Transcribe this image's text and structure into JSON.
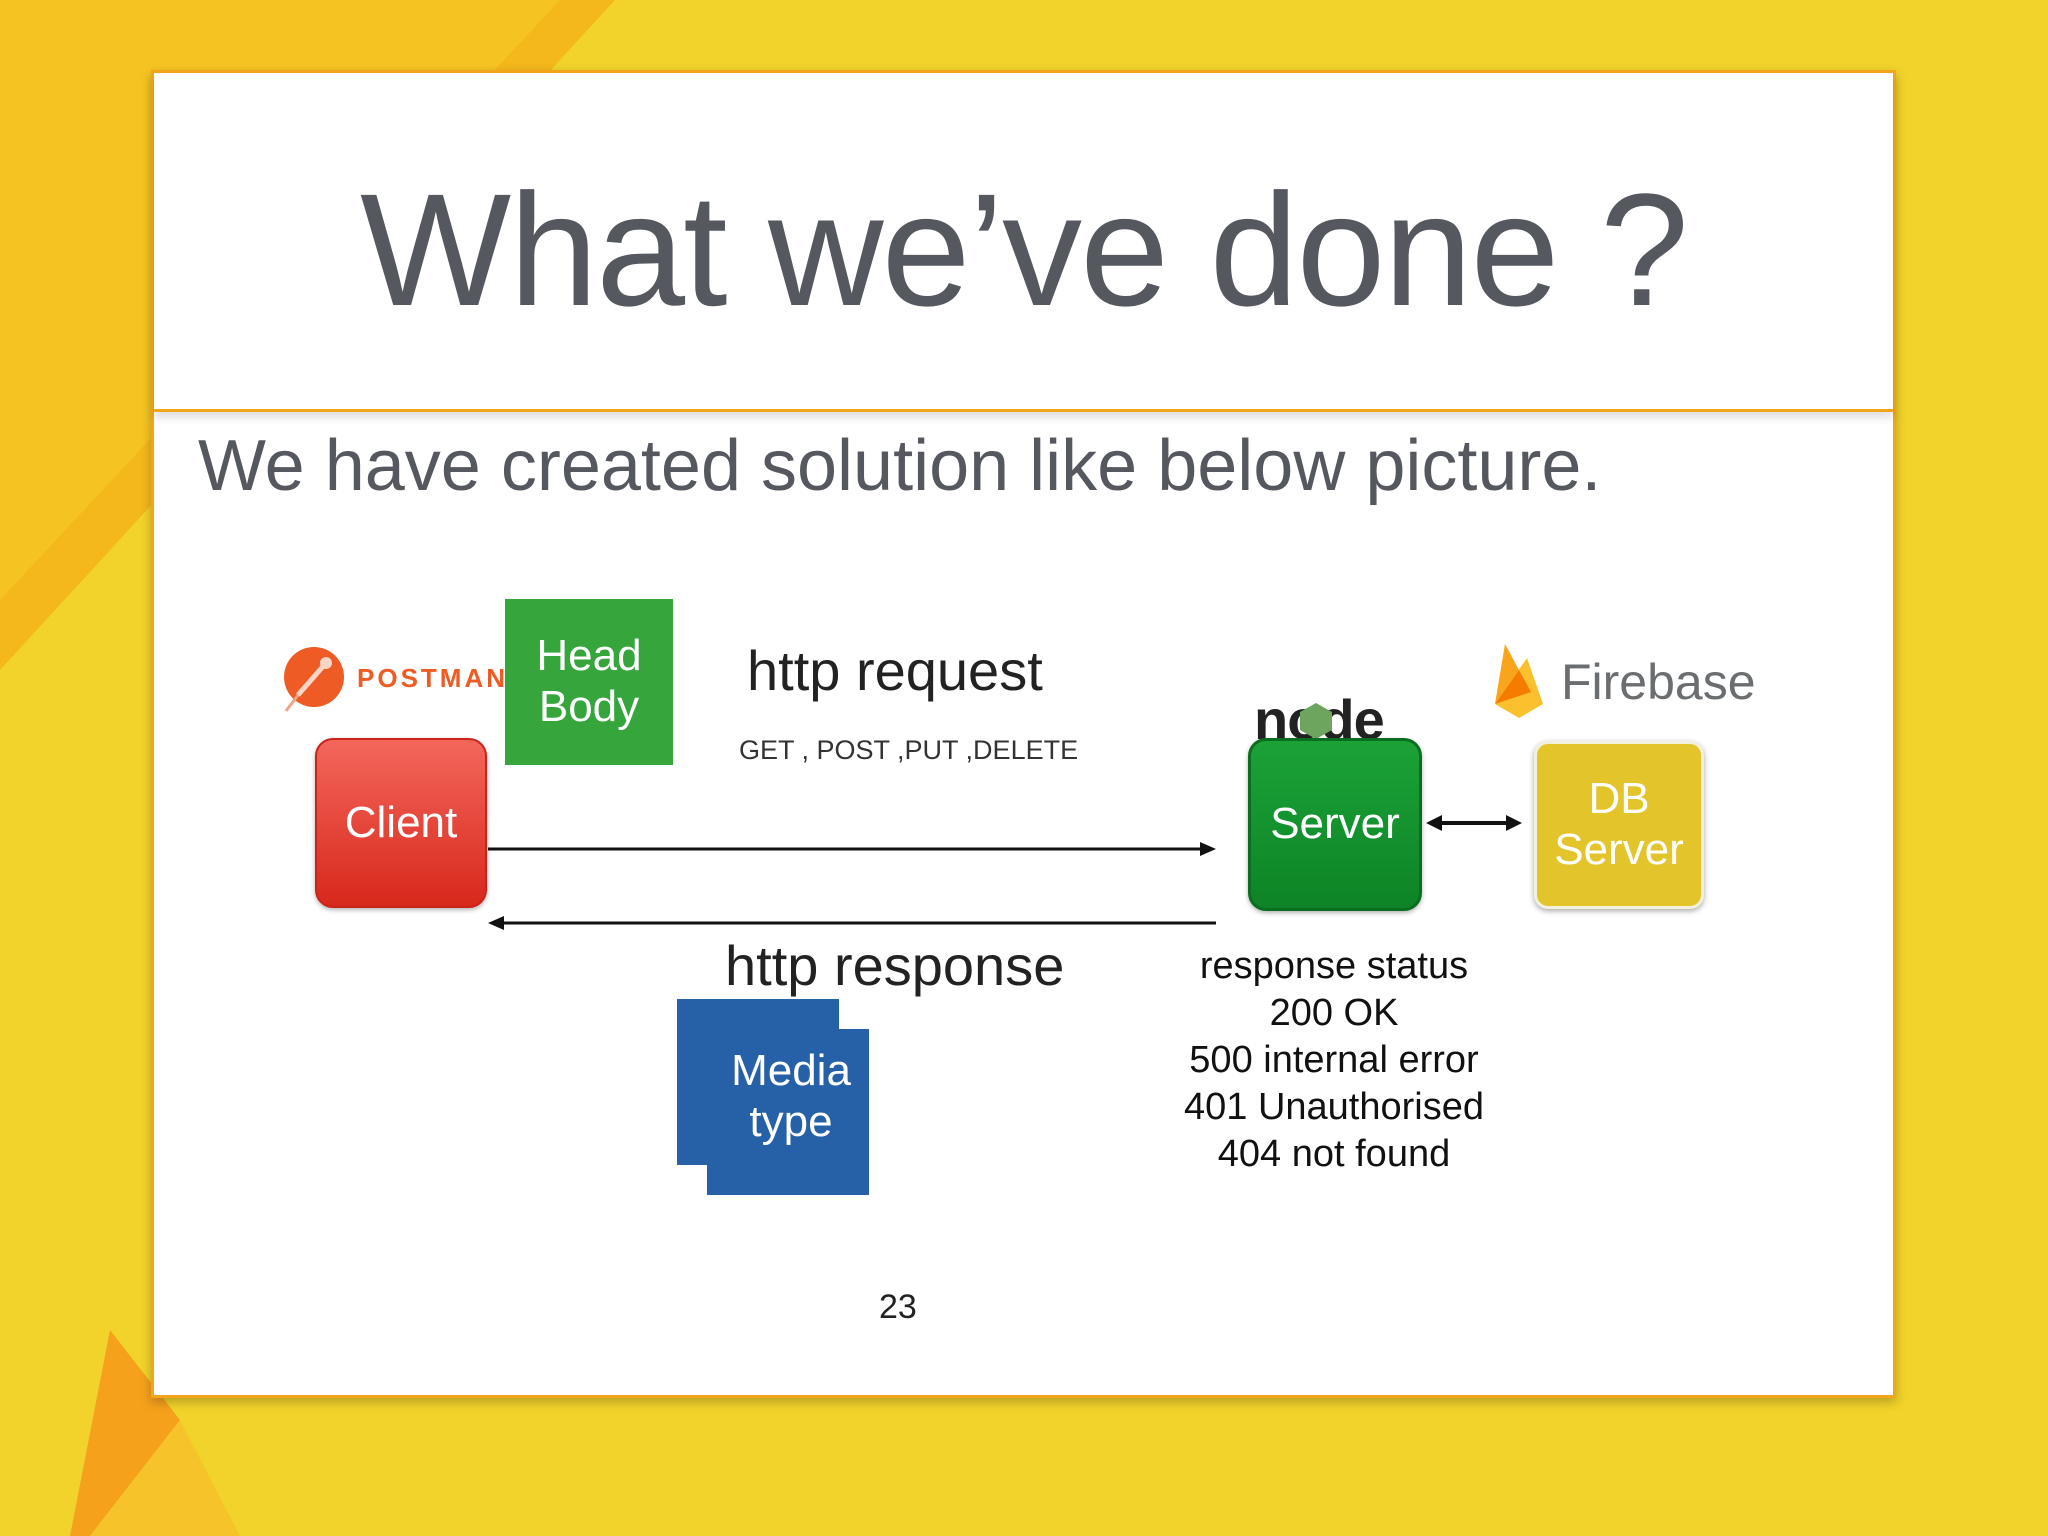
{
  "slide": {
    "title": "What we’ve done ?",
    "subtitle": "We have created solution like below picture.",
    "page_number": "23"
  },
  "diagram": {
    "postman_logo": "POSTMAN",
    "client": "Client",
    "head_body": {
      "line1": "Head",
      "line2": "Body"
    },
    "request_label": "http request",
    "request_methods": "GET , POST ,PUT ,DELETE",
    "response_label": "http response",
    "node_logo": "node",
    "node_badge": "JS",
    "firebase_logo": "Firebase",
    "server": "Server",
    "db_server": {
      "line1": "DB",
      "line2": "Server"
    },
    "media_type": {
      "line1": "Media",
      "line2": "type"
    },
    "response_status": [
      "response status",
      "200 OK",
      "500 internal error",
      "401 Unauthorised",
      "404 not found"
    ]
  },
  "colors": {
    "background": "#f2d32b",
    "accent_orange": "#f2a51c",
    "client_red": "#e0382c",
    "head_body_green": "#35a53c",
    "server_green": "#129530",
    "db_yellow": "#e3c42b",
    "media_blue": "#2660a6",
    "postman_orange": "#ef5b25"
  }
}
